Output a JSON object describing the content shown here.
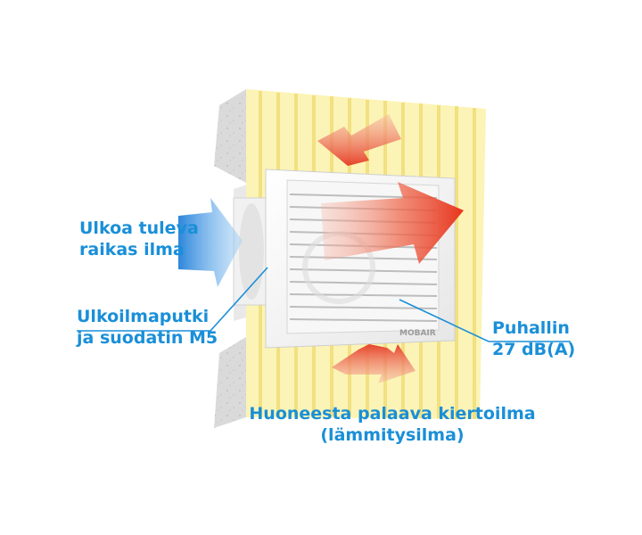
{
  "labels": {
    "fresh_air": {
      "line1": "Ulkoa tuleva",
      "line2": "raikas ilma"
    },
    "intake": {
      "line1": "Ulkoilmaputki",
      "line2": "ja suodatin M5"
    },
    "fan": {
      "line1": "Puhallin",
      "line2": "27 dB(A)"
    },
    "return_air": {
      "line1": "Huoneesta palaava kiertoilma",
      "line2": "(lämmitysilma)"
    },
    "brand": "MOBAIR"
  },
  "colors": {
    "label_blue": "#1a8fd8",
    "leader_blue": "#1a8fd8",
    "wall_yellow": "#fbf3b0",
    "wall_stripe": "#f3e07a",
    "concrete": "#d9d9d9",
    "unit_white": "#f4f4f4",
    "warm_arrow": "#e8422a",
    "cold_arrow": "#2f8fe0"
  },
  "icons": [
    "warm-air-arrow-top",
    "warm-air-arrow-bottom",
    "warm-air-arrow-out",
    "fresh-air-arrow"
  ]
}
